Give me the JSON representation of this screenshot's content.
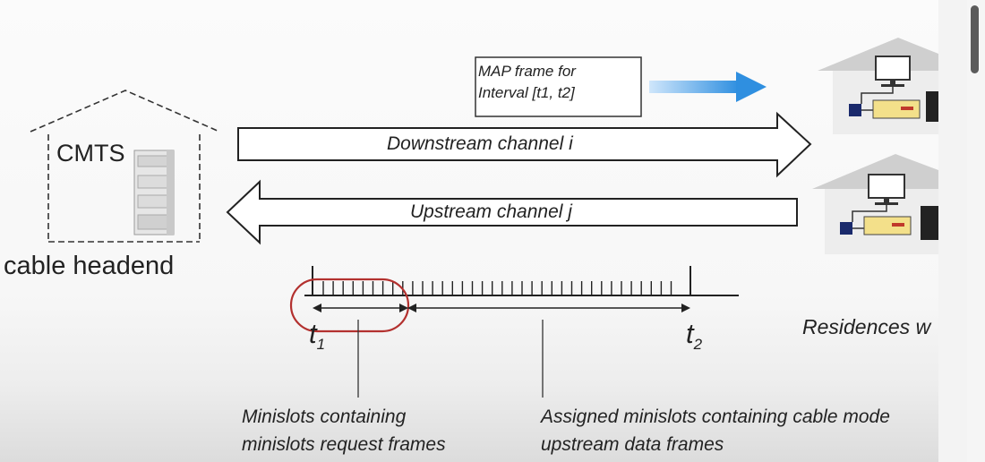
{
  "labels": {
    "map_frame_line1": "MAP frame for",
    "map_frame_line2": "Interval [t1, t2]",
    "cmts": "CMTS",
    "cable_headend": "cable headend",
    "downstream": "Downstream channel i",
    "upstream": "Upstream channel j",
    "t1_main": "t",
    "t1_sub": "1",
    "t2_main": "t",
    "t2_sub": "2",
    "residences": "Residences w",
    "request_line1": "Minislots containing",
    "request_line2": "minislots request frames",
    "data_line1": "Assigned minislots containing cable mode",
    "data_line2": "upstream data frames"
  },
  "colors": {
    "arrow_blue": "#2f8fe0",
    "highlight_red": "#b3312f",
    "outline": "#222222",
    "house_grey": "#cfcfcf",
    "modem_yellow": "#f3e08a"
  },
  "icons": [
    "cmts-server-icon",
    "house-icon",
    "computer-monitor-icon",
    "cable-modem-icon"
  ]
}
